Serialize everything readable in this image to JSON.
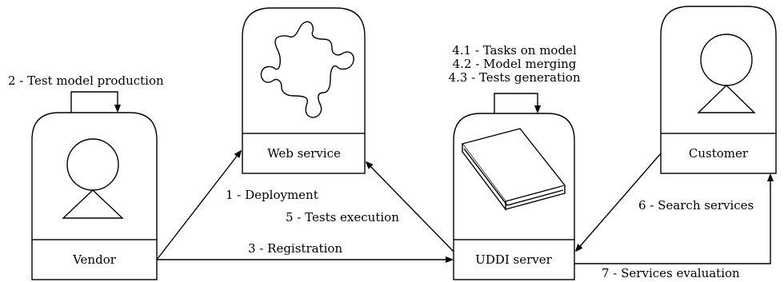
{
  "nodes": {
    "vendor": {
      "label": "Vendor"
    },
    "web_service": {
      "label": "Web service"
    },
    "uddi": {
      "label": "UDDI server"
    },
    "customer": {
      "label": "Customer"
    }
  },
  "steps": {
    "s1": "1 - Deployment",
    "s2": "2 - Test model production",
    "s3": "3 - Registration",
    "s4_1": "4.1 - Tasks on model",
    "s4_2": "4.2 - Model merging",
    "s4_3": "4.3 - Tests generation",
    "s5": "5 - Tests execution",
    "s6": "6 - Search services",
    "s7": "7 - Services evaluation"
  },
  "icons": [
    "person-icon",
    "puzzle-piece-icon",
    "book-icon",
    "person-icon"
  ]
}
